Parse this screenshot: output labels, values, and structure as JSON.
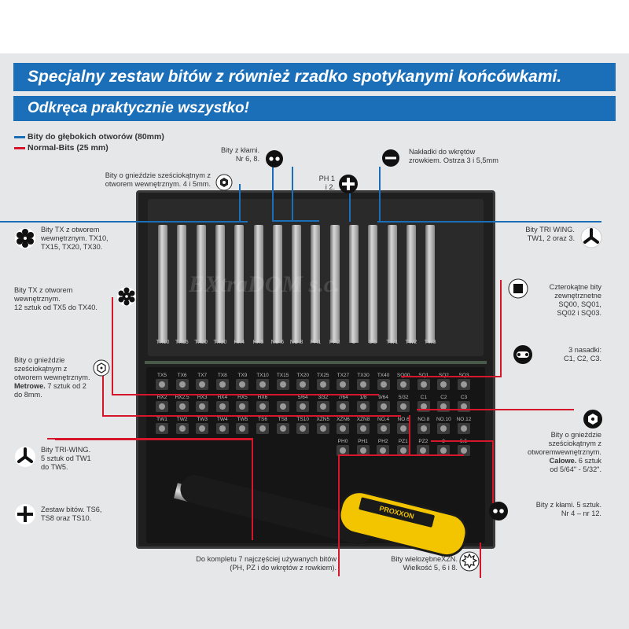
{
  "banners": {
    "title1": "Specjalny zestaw bitów z również rzadko spotykanymi końcówkami.",
    "title2": "Odkręca praktycznie wszystko!"
  },
  "legend": {
    "deep": "Bity do głębokich otworów (80mm)",
    "normal": "Normal-Bits (25 mm)"
  },
  "colors": {
    "blue": "#1b6fb8",
    "red": "#d6162b"
  },
  "callouts": {
    "claws_8": {
      "line1": "Bity z kłami.",
      "line2": "Nr 6, 8."
    },
    "slotted": {
      "line1": "Nakładki do wkrętów",
      "line2": "zrowkiem. Ostrza 3 i 5,5mm"
    },
    "hex_deep": {
      "line1": "Bity o gnieździe sześciokątnym z",
      "line2": "otworem wewnętrznym. 4 i 5mm."
    },
    "ph": {
      "line1": "PH 1",
      "line2": "i 2."
    },
    "tx_deep": {
      "line1": "Bity TX z otworem",
      "line2": "wewnętrznym. TX10,",
      "line3": "TX15, TX20, TX30."
    },
    "triwing_deep": {
      "line1": "Bity TRI WING.",
      "line2": "TW1, 2 oraz 3."
    },
    "tx_normal": {
      "line1": "Bity TX z otworem",
      "line2": "wewnętrznym.",
      "line3": "12 sztuk od TX5 do TX40."
    },
    "square": {
      "line1": "Czterokątne bity",
      "line2": "zewnętrznetne",
      "line3": "SQ00, SQ01,",
      "line4": "SQ02 i SQ03."
    },
    "nasadki": {
      "line1": "3 nasadki:",
      "line2": "C1, C2, C3."
    },
    "hex_metric": {
      "line1": "Bity o gnieździe",
      "line2": "sześciokątnym z",
      "line3": "otworem wewnętrznym.",
      "bold": "Metrowe.",
      "line4b": " 7 sztuk od 2",
      "line5": "do 8mm."
    },
    "hex_inch": {
      "line1": "Bity o gnieździe",
      "line2": "sześciokątnym z",
      "line3": "otworemwewnętrznym.",
      "bold": "Calowe.",
      "line4b": " 6 sztuk",
      "line5": "od 5/64\" - 5/32\"."
    },
    "triwing_normal": {
      "line1": "Bity TRI-WING.",
      "line2": "5 sztuk od TW1",
      "line3": "do TW5."
    },
    "claws_12": {
      "line1": "Bity z kłami. 5 sztuk.",
      "line2": "Nr 4 – nr 12."
    },
    "ts": {
      "line1": "Zestaw bitów. TS6,",
      "line2": "TS8 oraz TS10."
    },
    "kit7": {
      "line1": "Do kompletu 7 najczęściej używanych bitów",
      "line2": "(PH, PZ i do wkrętów z rowkiem)."
    },
    "xzn": {
      "line1": "Bity wielozębneXZN.",
      "line2": "Wielkość 5, 6 i 8."
    }
  },
  "case_labels": {
    "deep_bits": [
      "TX10",
      "TX15",
      "TX20",
      "TX30",
      "HX4",
      "HX5",
      "NO.6",
      "NO.8",
      "PH1",
      "PH2",
      "3",
      "5.5",
      "TW1",
      "TW2",
      "TW3"
    ],
    "row1": [
      "TX5",
      "TX6",
      "TX7",
      "TX8",
      "TX9",
      "TX10",
      "TX15",
      "TX20",
      "TX25",
      "TX27",
      "TX30",
      "TX40",
      "SQ00",
      "SQ1",
      "SQ2",
      "SQ3"
    ],
    "row2": [
      "HX2",
      "HX2.5",
      "HX3",
      "HX4",
      "HX5",
      "HX6",
      "",
      "5/64",
      "3/32",
      "7/64",
      "1/8",
      "9/64",
      "5/32",
      "C1",
      "C2",
      "C3"
    ],
    "row3": [
      "TW1",
      "TW2",
      "TW3",
      "TW4",
      "TW5",
      "TS6",
      "TS8",
      "TS10",
      "XZN5",
      "XZN6",
      "XZN8",
      "NO.4",
      "NO.6",
      "NO.8",
      "NO.10",
      "NO.12"
    ],
    "row4": [
      "PH0",
      "PH1",
      "PH2",
      "PZ1",
      "PZ2",
      "3",
      "5.5"
    ],
    "brand": "PROXXON"
  },
  "watermark": "EXtraDOM s.c."
}
